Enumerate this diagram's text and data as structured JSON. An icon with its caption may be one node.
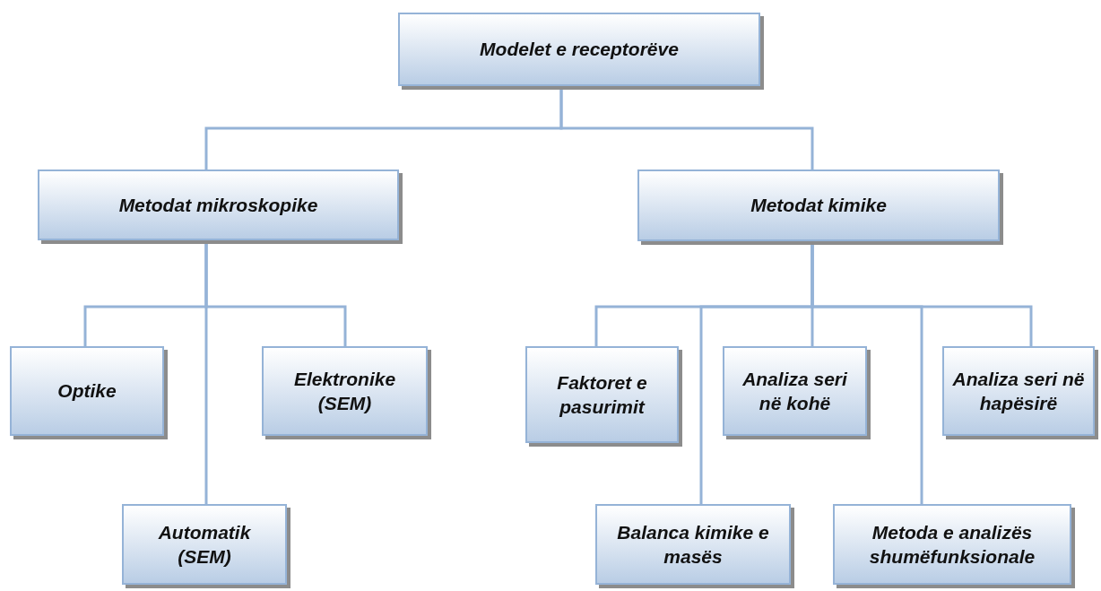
{
  "diagram": {
    "nodes": [
      {
        "text": [
          "Modelet e receptorëve"
        ]
      },
      {
        "text": [
          "Metodat mikroskopike"
        ]
      },
      {
        "text": [
          "Metodat  kimike"
        ]
      },
      {
        "text": [
          "Optike"
        ]
      },
      {
        "text": [
          "Elektronike (SEM)"
        ]
      },
      {
        "text": [
          "Automatik (SEM)"
        ]
      },
      {
        "text": [
          "Faktoret e pasurimit"
        ]
      },
      {
        "text": [
          "Analiza seri në kohë"
        ]
      },
      {
        "text": [
          "Analiza seri në hapësirë"
        ]
      },
      {
        "text": [
          "Balanca kimike e masës"
        ]
      },
      {
        "text": [
          "Metoda e analizës shumëfunksionale"
        ]
      }
    ],
    "edges": [
      {
        "from": 0,
        "to": 1,
        "arrow": "none"
      },
      {
        "from": 0,
        "to": 2,
        "arrow": "none"
      },
      {
        "from": 1,
        "to": 3,
        "arrow": "none"
      },
      {
        "from": 1,
        "to": 5,
        "arrow": "none"
      },
      {
        "from": 1,
        "to": 4,
        "arrow": "none"
      },
      {
        "from": 2,
        "to": 6,
        "arrow": "none"
      },
      {
        "from": 2,
        "to": 9,
        "arrow": "none"
      },
      {
        "from": 2,
        "to": 7,
        "arrow": "none"
      },
      {
        "from": 2,
        "to": 10,
        "arrow": "none"
      },
      {
        "from": 2,
        "to": 8,
        "arrow": "none"
      }
    ]
  }
}
